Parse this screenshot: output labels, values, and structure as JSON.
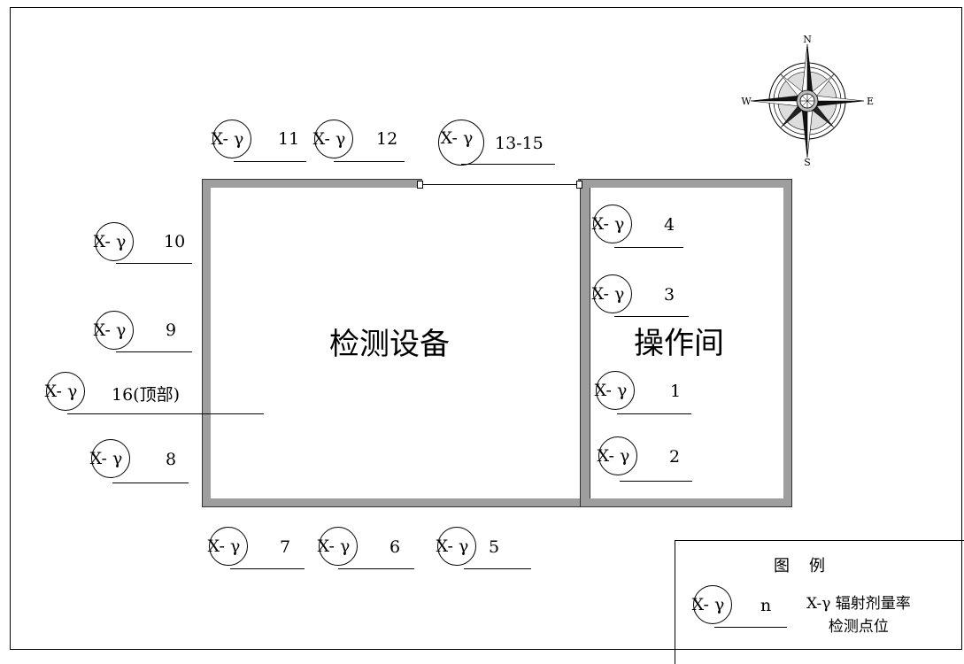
{
  "rooms": {
    "equipment": "检测设备",
    "operation": "操作间"
  },
  "point_symbol": "X- γ",
  "points": [
    {
      "id": "11",
      "label": "11"
    },
    {
      "id": "12",
      "label": "12"
    },
    {
      "id": "13-15",
      "label": "13-15"
    },
    {
      "id": "10",
      "label": "10"
    },
    {
      "id": "9",
      "label": "9"
    },
    {
      "id": "16",
      "label": "16(顶部)"
    },
    {
      "id": "8",
      "label": "8"
    },
    {
      "id": "7",
      "label": "7"
    },
    {
      "id": "6",
      "label": "6"
    },
    {
      "id": "5",
      "label": "5"
    },
    {
      "id": "4",
      "label": "4"
    },
    {
      "id": "3",
      "label": "3"
    },
    {
      "id": "1",
      "label": "1"
    },
    {
      "id": "2",
      "label": "2"
    }
  ],
  "legend": {
    "title": "图例",
    "symbol": "X- γ",
    "symbol_label": "n",
    "desc_line1": "X-γ 辐射剂量率",
    "desc_line2": "检测点位"
  },
  "compass": {
    "north": "N",
    "south": "S",
    "east": "E",
    "west": "W"
  }
}
